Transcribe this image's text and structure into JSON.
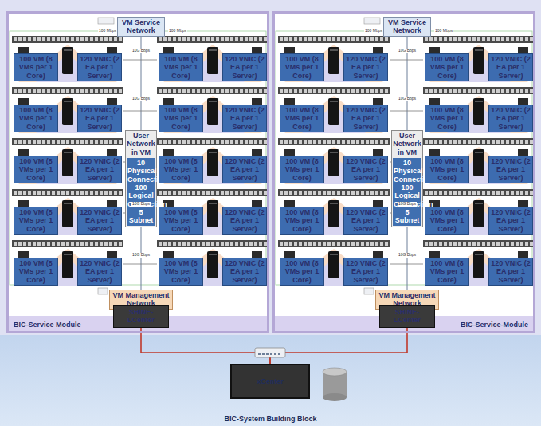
{
  "diagram": {
    "nodes": [
      {
        "text": [
          "BIC-Service Module"
        ]
      },
      {
        "text": [
          "VM Service Network"
        ],
        "in": 0
      },
      {
        "text": [
          "User Network in VM",
          "10 Physical Connection 100 Logical Connection 5 Subnet"
        ],
        "in": 0
      },
      {
        "text": [
          "100 VM (8 VMs per 1 Core)"
        ],
        "in": 0
      },
      {
        "text": [
          "120 VNIC (2 EA per 1 Server)"
        ],
        "in": 0
      },
      {
        "text": [
          "100 VM (8 VMs per 1 Core)"
        ],
        "in": 0
      },
      {
        "text": [
          "120 VNIC (2 EA per 1 Server)"
        ],
        "in": 0
      },
      {
        "text": [
          "100 VM (8 VMs per 1 Core)"
        ],
        "in": 0
      },
      {
        "text": [
          "120 VNIC (2 EA per 1 Server)"
        ],
        "in": 0
      },
      {
        "text": [
          "100 VM (8 VMs per 1 Core)"
        ],
        "in": 0
      },
      {
        "text": [
          "120 VNIC (2 EA per 1 Server)"
        ],
        "in": 0
      },
      {
        "text": [
          "100 VM (8 VMs per 1 Core)"
        ],
        "in": 0
      },
      {
        "text": [
          "120 VNIC (2 EA per 1 Server)"
        ],
        "in": 0
      },
      {
        "text": [
          "100 VM (8 VMs per 1 Core)"
        ],
        "in": 0
      },
      {
        "text": [
          "120 VNIC (2 EA per 1 Server)"
        ],
        "in": 0
      },
      {
        "text": [
          "100 VM (8 VMs per 1 Core)"
        ],
        "in": 0
      },
      {
        "text": [
          "120 VNIC (2 EA per 1 Server)"
        ],
        "in": 0
      },
      {
        "text": [
          "100 VM (8 VMs per 1 Core)"
        ],
        "in": 0
      },
      {
        "text": [
          "120 VNIC (2 EA per 1 Server)"
        ],
        "in": 0
      },
      {
        "text": [
          "100 VM (8 VMs per 1 Core)"
        ],
        "in": 0
      },
      {
        "text": [
          "120 VNIC (2 EA per 1 Server)"
        ],
        "in": 0
      },
      {
        "text": [
          "100 VM (8 VMs per 1 Core)"
        ],
        "in": 0
      },
      {
        "text": [
          "120 VNIC (2 EA per 1 Server)"
        ],
        "in": 0
      },
      {
        "text": [
          "VM Management Network"
        ],
        "in": 0
      },
      {
        "text": [
          "SHINE-LCenter"
        ],
        "in": 0
      },
      {
        "text": [
          "BIC-Service-Module"
        ]
      },
      {
        "text": [
          "VM Service Network"
        ],
        "in": 25
      },
      {
        "text": [
          "User Network in VM",
          "10 Physical Connection 100 Logical Connection 5 Subnet"
        ],
        "in": 25
      },
      {
        "text": [
          "100 VM (8 VMs per 1 Core)"
        ],
        "in": 25
      },
      {
        "text": [
          "120 VNIC (2 EA per 1 Server)"
        ],
        "in": 25
      },
      {
        "text": [
          "100 VM (8 VMs per 1 Core)"
        ],
        "in": 25
      },
      {
        "text": [
          "120 VNIC (2 EA per 1 Server)"
        ],
        "in": 25
      },
      {
        "text": [
          "100 VM (8 VMs per 1 Core)"
        ],
        "in": 25
      },
      {
        "text": [
          "120 VNIC (2 EA per 1 Server)"
        ],
        "in": 25
      },
      {
        "text": [
          "100 VM (8 VMs per 1 Core)"
        ],
        "in": 25
      },
      {
        "text": [
          "120 VNIC (2 EA per 1 Server)"
        ],
        "in": 25
      },
      {
        "text": [
          "100 VM (8 VMs per 1 Core)"
        ],
        "in": 25
      },
      {
        "text": [
          "120 VNIC (2 EA per 1 Server)"
        ],
        "in": 25
      },
      {
        "text": [
          "100 VM (8 VMs per 1 Core)"
        ],
        "in": 25
      },
      {
        "text": [
          "120 VNIC (2 EA per 1 Server)"
        ],
        "in": 25
      },
      {
        "text": [
          "100 VM (8 VMs per 1 Core)"
        ],
        "in": 25
      },
      {
        "text": [
          "120 VNIC (2 EA per 1 Server)"
        ],
        "in": 25
      },
      {
        "text": [
          "100 VM (8 VMs per 1 Core)"
        ],
        "in": 25
      },
      {
        "text": [
          "120 VNIC (2 EA per 1 Server)"
        ],
        "in": 25
      },
      {
        "text": [
          "100 VM (8 VMs per 1 Core)"
        ],
        "in": 25
      },
      {
        "text": [
          "120 VNIC (2 EA per 1 Server)"
        ],
        "in": 25
      },
      {
        "text": [
          "100 VM (8 VMs per 1 Core)"
        ],
        "in": 25
      },
      {
        "text": [
          "120 VNIC (2 EA per 1 Server)"
        ],
        "in": 25
      },
      {
        "text": [
          "VM Management Network"
        ],
        "in": 25
      },
      {
        "text": [
          "SHINE-LCenter"
        ],
        "in": 25
      },
      {
        "text": [
          "BIC-System Building Block"
        ]
      },
      {
        "text": [
          "xCenter"
        ],
        "in": 50
      }
    ],
    "edges": [
      {
        "from": 1,
        "to": 2,
        "arrow": "none"
      },
      {
        "from": 2,
        "to": 23,
        "arrow": "none"
      },
      {
        "from": 23,
        "to": 24,
        "arrow": "none"
      },
      {
        "from": 24,
        "to": 51,
        "arrow": "none"
      },
      {
        "from": 26,
        "to": 27,
        "arrow": "none"
      },
      {
        "from": 27,
        "to": 48,
        "arrow": "none"
      },
      {
        "from": 48,
        "to": 49,
        "arrow": "none"
      },
      {
        "from": 49,
        "to": 51,
        "arrow": "none"
      }
    ],
    "labels": [
      "100 Mbps",
      "100 Mbps",
      "10G Bbps",
      "10G Bbps",
      "10G Bbps",
      "10G Bbps",
      "100 Mbps",
      "100 Mbps",
      "10G Bbps",
      "10G Bbps",
      "10G Bbps",
      "10G Bbps"
    ]
  }
}
